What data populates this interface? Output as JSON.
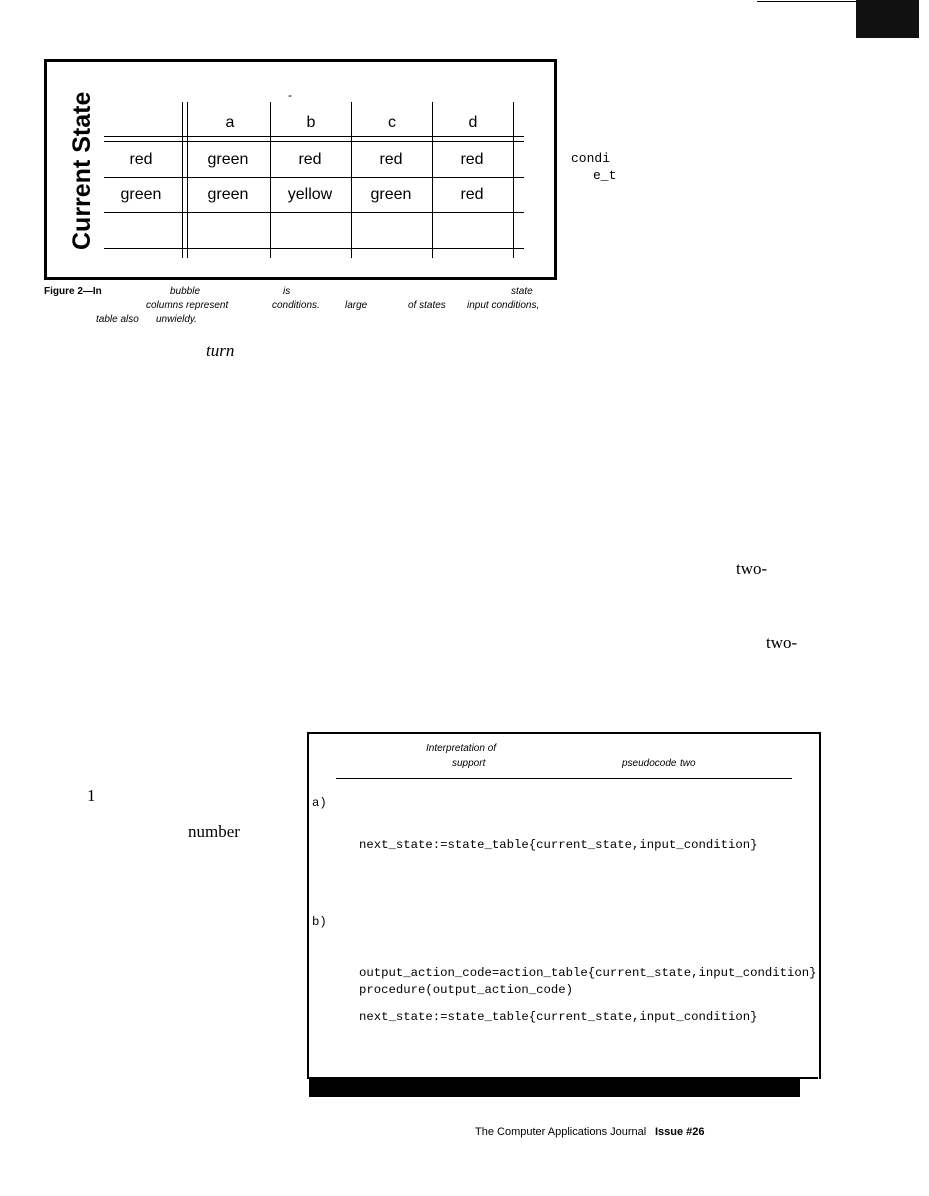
{
  "figure_table": {
    "row_label": "Current State",
    "top_mark": "-",
    "columns": [
      "a",
      "b",
      "c",
      "d"
    ],
    "rows": [
      {
        "state": "red",
        "cells": [
          "green",
          "red",
          "red",
          "red"
        ]
      },
      {
        "state": "green",
        "cells": [
          "green",
          "yellow",
          "green",
          "red"
        ]
      }
    ]
  },
  "figure_caption": {
    "line1": [
      "Figure 2—In",
      "bubble",
      "is",
      "state"
    ],
    "line2": [
      "columns represent",
      "conditions.",
      "large",
      "of states",
      "input conditions,"
    ],
    "line3": [
      "table also",
      "unwieldy."
    ]
  },
  "right_fragments": [
    "condi",
    "e_t"
  ],
  "body_fragments": {
    "turn": "turn",
    "two_1": "two-",
    "two_2": "two-",
    "one": "1",
    "number": "number"
  },
  "code_figure": {
    "header_line1": "Interpretation of",
    "header_line2": [
      "support",
      "pseudocode",
      "two"
    ],
    "section_a_label": "a)",
    "section_a_code": "next_state:=state_table{current_state,input_condition}",
    "section_b_label": "b)",
    "section_b_code_1": "output_action_code=action_table{current_state,input_condition}",
    "section_b_code_2": "procedure(output_action_code)",
    "section_b_code_3": "next_state:=state_table{current_state,input_condition}"
  },
  "footer": {
    "journal": "The Computer Applications Journal",
    "issue": "Issue #26"
  }
}
